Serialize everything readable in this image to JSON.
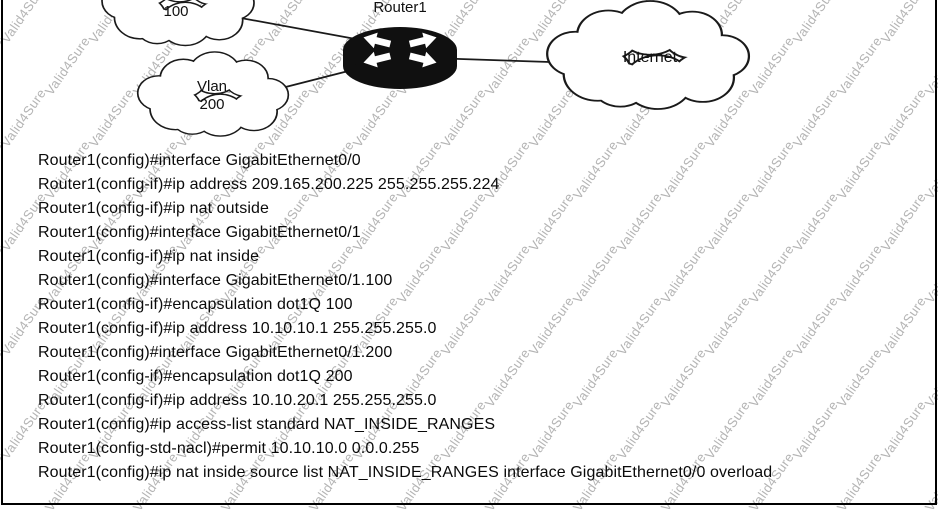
{
  "watermark": {
    "text": "Valid4Sure",
    "color": "#b4b4b4"
  },
  "diagram": {
    "vlan100_label": "100",
    "vlan200_label_line1": "Vlan",
    "vlan200_label_line2": "200",
    "router_label": "Router1",
    "internet_label": "Internet"
  },
  "config": {
    "lines": [
      "Router1(config)#interface GigabitEthernet0/0",
      "Router1(config-if)#ip address 209.165.200.225 255.255.255.224",
      "Router1(config-if)#ip nat outside",
      "Router1(config)#interface GigabitEthernet0/1",
      "Router1(config-if)#ip nat inside",
      "Router1(config)#interface GigabitEthernet0/1.100",
      "Router1(config-if)#encapsulation dot1Q 100",
      "Router1(config-if)#ip address 10.10.10.1 255.255.255.0",
      "Router1(config)#interface GigabitEthernet0/1.200",
      "Router1(config-if)#encapsulation dot1Q 200",
      "Router1(config-if)#ip address 10.10.20.1 255.255.255.0",
      "Router1(config)#ip access-list standard NAT_INSIDE_RANGES",
      "Router1(config-std-nacl)#permit 10.10.10.0 0.0.0.255",
      "Router1(config)#ip nat inside source list NAT_INSIDE_RANGES interface GigabitEthernet0/0 overload"
    ]
  }
}
